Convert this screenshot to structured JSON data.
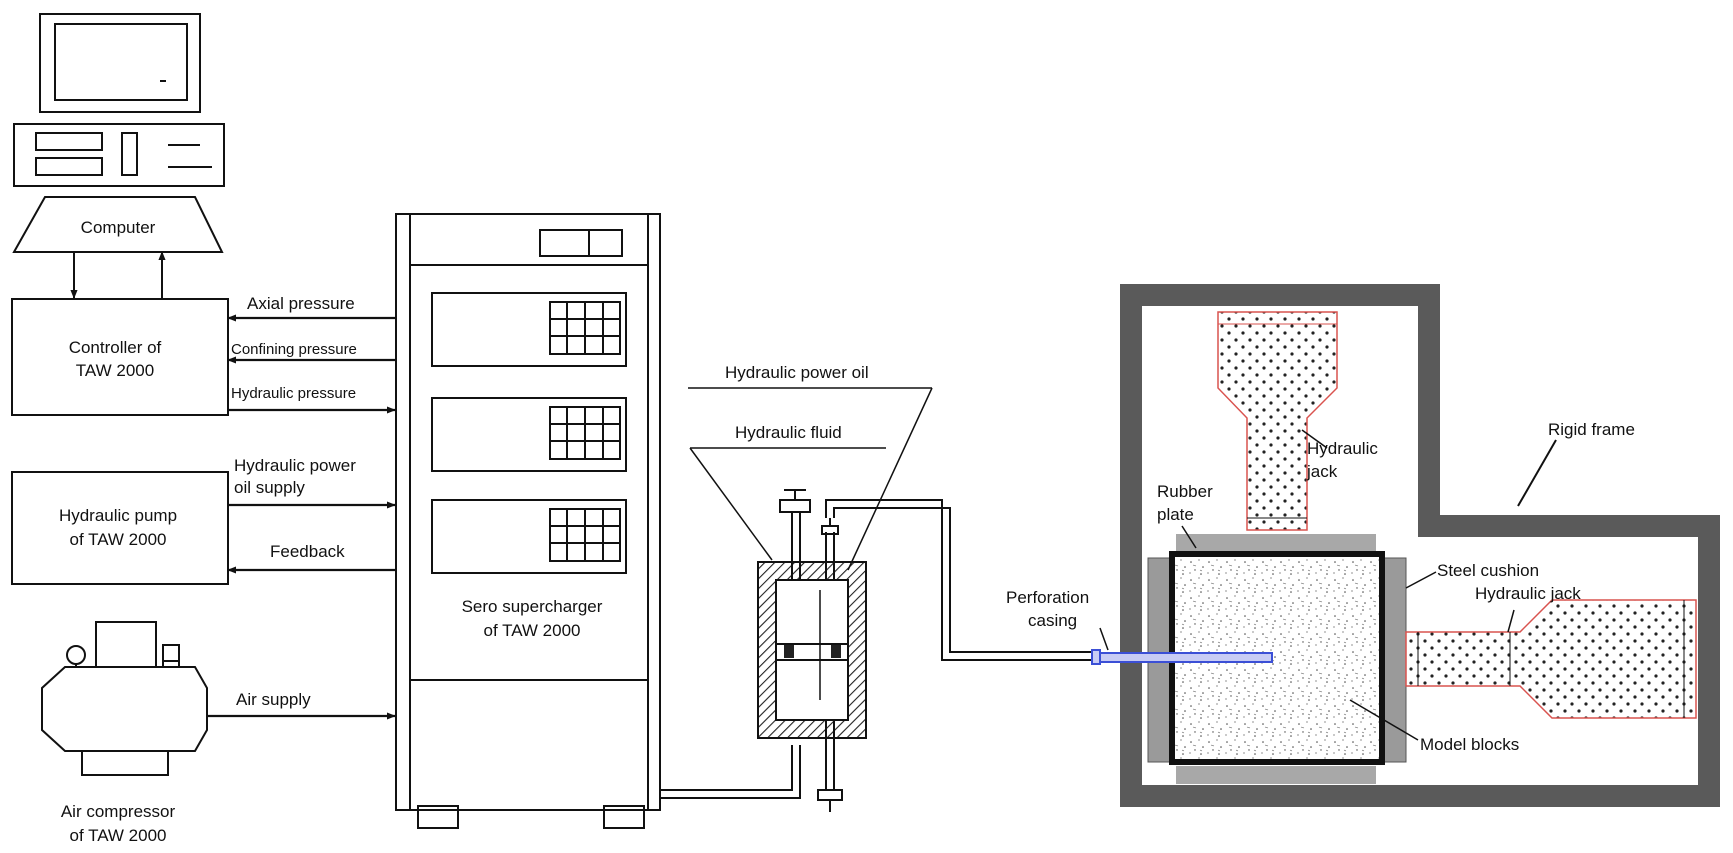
{
  "labels": {
    "computer": "Computer",
    "controller": [
      "Controller of",
      "TAW 2000"
    ],
    "axial_pressure": "Axial pressure",
    "confining_pressure": "Confining pressure",
    "hydraulic_pressure": "Hydraulic pressure",
    "hydraulic_power_oil_supply": [
      "Hydraulic power",
      "oil supply"
    ],
    "hydraulic_pump": [
      "Hydraulic pump",
      "of TAW 2000"
    ],
    "feedback": "Feedback",
    "air_supply": "Air supply",
    "air_compressor": [
      "Air compressor",
      "of TAW 2000"
    ],
    "sero_supercharger": [
      "Sero supercharger",
      "of TAW 2000"
    ],
    "hydraulic_power_oil": "Hydraulic power oil",
    "hydraulic_fluid": "Hydraulic fluid",
    "perforation_casing": [
      "Perforation",
      "casing"
    ],
    "rubber_plate": [
      "Rubber",
      "plate"
    ],
    "hydraulic_jack_top": [
      "Hydraulic",
      "jack"
    ],
    "rigid_frame": "Rigid frame",
    "steel_cushion": "Steel cushion",
    "hydraulic_jack_right": "Hydraulic jack",
    "model_blocks": "Model blocks"
  },
  "colors": {
    "line": "#111111",
    "frame": "#555555",
    "cushion": "#9a9a9a",
    "jack_outline": "#d9534f",
    "casing": "#3b4fd6"
  }
}
